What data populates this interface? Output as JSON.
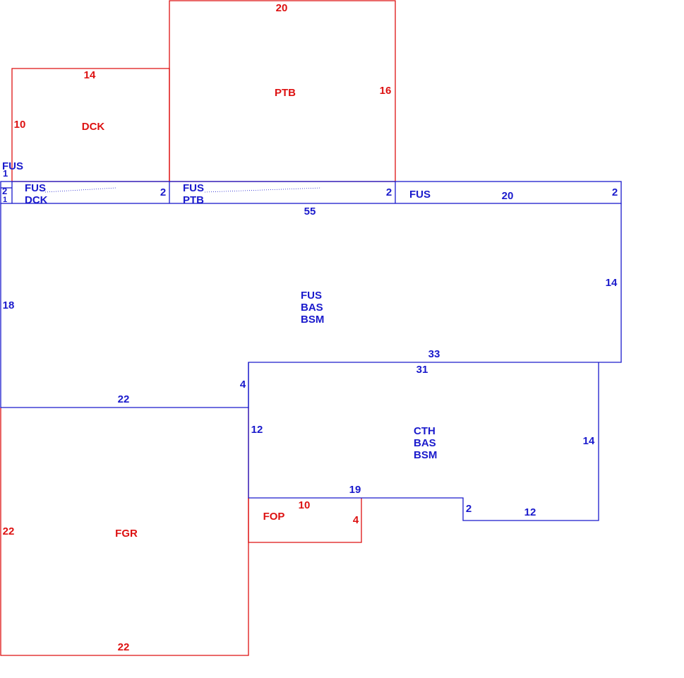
{
  "colors": {
    "primary_outline": "#1a1acc",
    "secondary_outline": "#dd1111",
    "background": "#ffffff"
  },
  "areas": {
    "dck": {
      "code": "DCK",
      "dims": [
        "14",
        "10"
      ]
    },
    "ptb": {
      "code": "PTB",
      "dims": [
        "20",
        "16"
      ]
    },
    "fus_small": {
      "code": "FUS",
      "dims": [
        "1"
      ]
    },
    "fus_dck": {
      "codes": [
        "FUS",
        "DCK"
      ],
      "dims": [
        "2",
        "1",
        "2"
      ]
    },
    "fus_ptb": {
      "codes": [
        "FUS",
        "PTB"
      ],
      "dims": [
        "2"
      ]
    },
    "fus_right": {
      "code": "FUS",
      "dims": [
        "20",
        "2"
      ]
    },
    "main": {
      "codes": [
        "FUS",
        "BAS",
        "BSM"
      ],
      "dims": [
        "55",
        "14",
        "33",
        "4",
        "22",
        "18"
      ]
    },
    "cth": {
      "codes": [
        "CTH",
        "BAS",
        "BSM"
      ],
      "dims": [
        "31",
        "12",
        "14",
        "19",
        "2",
        "12"
      ]
    },
    "fop": {
      "code": "FOP",
      "dims": [
        "10",
        "4"
      ]
    },
    "fgr": {
      "code": "FGR",
      "dims": [
        "22",
        "22"
      ]
    }
  }
}
